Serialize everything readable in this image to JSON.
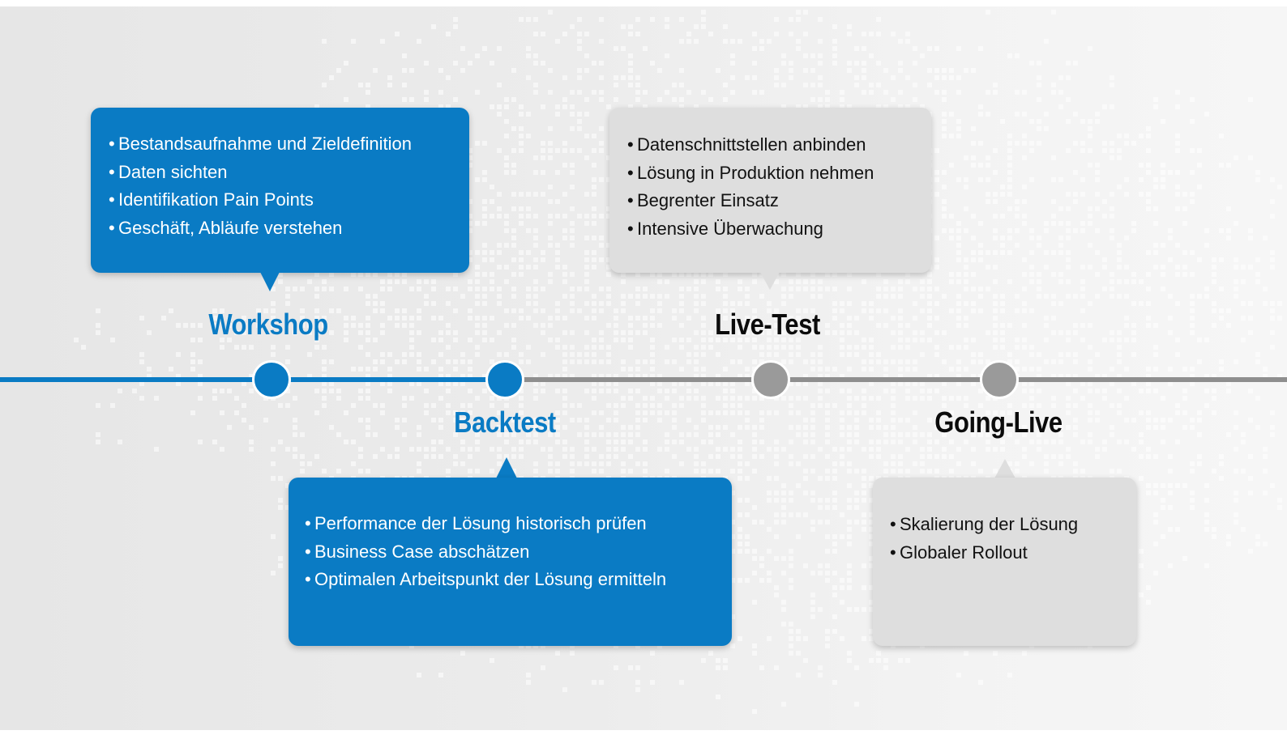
{
  "colors": {
    "accent_blue": "#0a7bc4",
    "inactive_gray": "#9a9a9a",
    "gray_box": "#dedede",
    "dark_text": "#0b0b0b"
  },
  "timeline": {
    "active_segment": "Workshop to Backtest",
    "phases": [
      {
        "label": "Workshop",
        "status": "active",
        "items": [
          "Bestandsaufnahme und Zieldefinition",
          "Daten sichten",
          "Identifikation Pain Points",
          "Geschäft, Abläufe verstehen"
        ]
      },
      {
        "label": "Backtest",
        "status": "active",
        "items": [
          "Performance der Lösung historisch prüfen",
          "Business Case abschätzen",
          "Optimalen Arbeitspunkt der Lösung ermitteln"
        ]
      },
      {
        "label": "Live-Test",
        "status": "inactive",
        "items": [
          "Datenschnittstellen anbinden",
          "Lösung in Produktion nehmen",
          "Begrenter Einsatz",
          "Intensive Überwachung"
        ]
      },
      {
        "label": "Going-Live",
        "status": "inactive",
        "items": [
          "Skalierung der Lösung",
          "Globaler Rollout"
        ]
      }
    ]
  }
}
